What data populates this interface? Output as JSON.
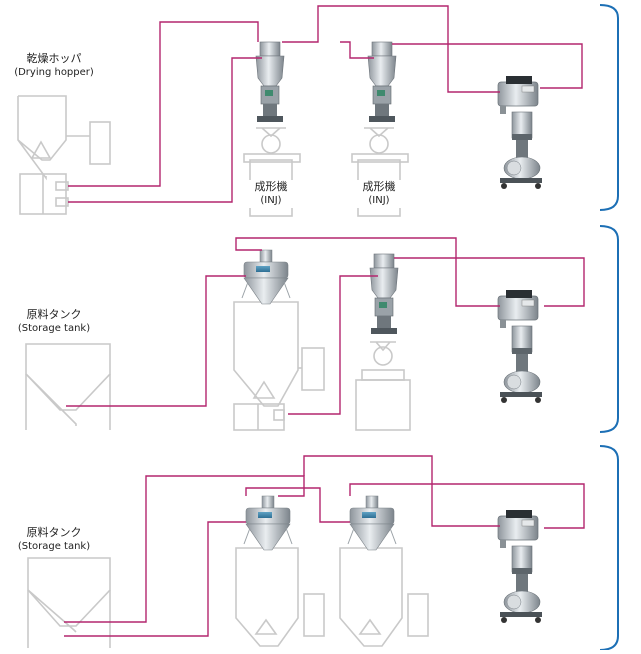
{
  "colors": {
    "pipe": "#b3266e",
    "bracket": "#1c6fb5",
    "equipment": "#c9c9c9"
  },
  "sections": [
    {
      "source": {
        "jp": "乾燥ホッパ",
        "en": "(Drying hopper)"
      },
      "machines": [
        {
          "jp": "成形機",
          "en": "(INJ)"
        },
        {
          "jp": "成形機",
          "en": "(INJ)"
        }
      ]
    },
    {
      "source": {
        "jp": "原料タンク",
        "en": "(Storage tank)"
      }
    },
    {
      "source": {
        "jp": "原料タンク",
        "en": "(Storage tank)"
      }
    }
  ]
}
